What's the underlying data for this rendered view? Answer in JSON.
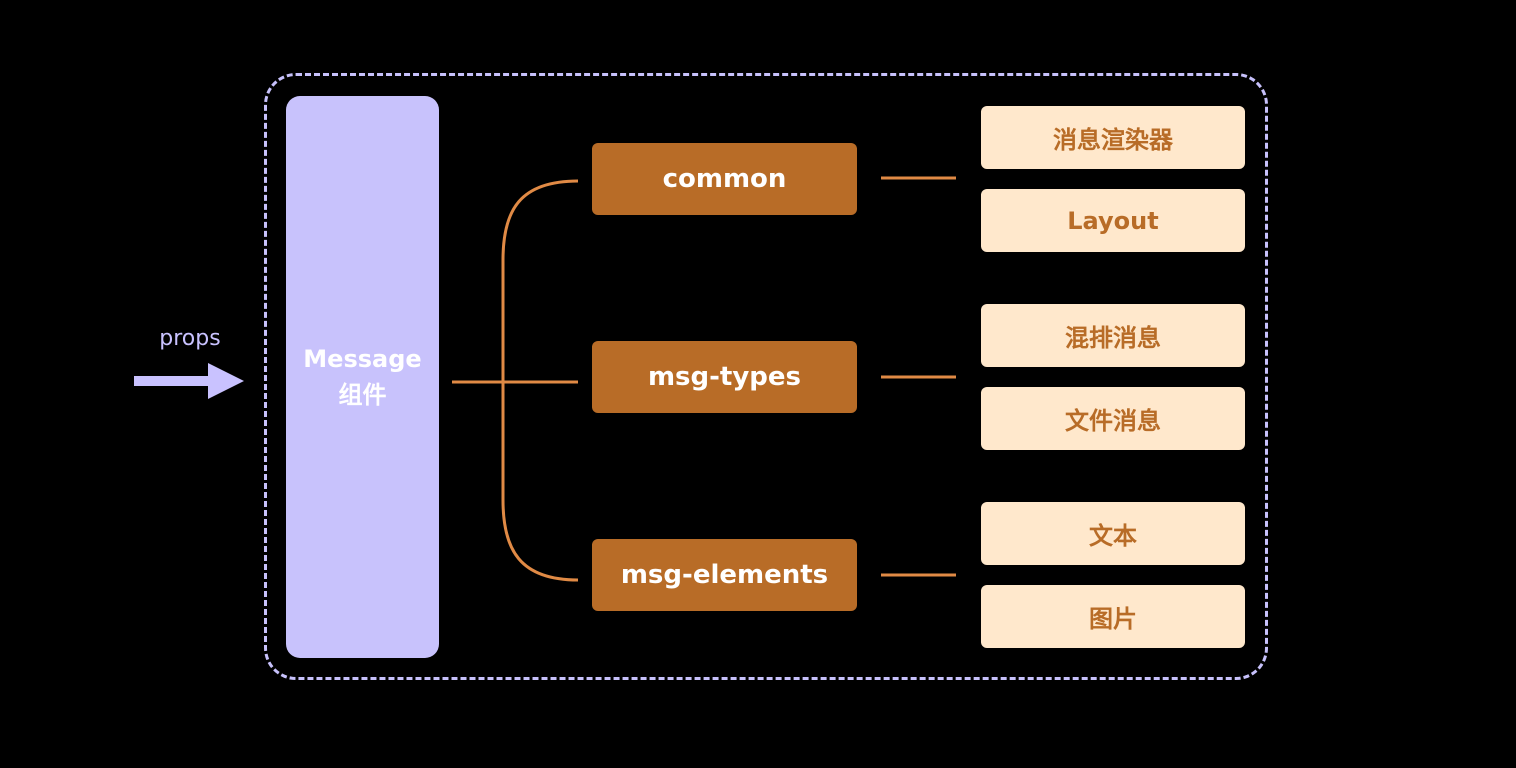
{
  "props": {
    "label": "props"
  },
  "message": {
    "line1": "Message",
    "line2": "组件"
  },
  "groups": [
    {
      "label": "common",
      "items": [
        "消息渲染器",
        "Layout"
      ]
    },
    {
      "label": "msg-types",
      "items": [
        "混排消息",
        "文件消息"
      ]
    },
    {
      "label": "msg-elements",
      "items": [
        "文本",
        "图片"
      ]
    }
  ],
  "colors": {
    "background": "#000000",
    "border_dashed": "#c7c1fb",
    "message_fill": "#c8c2fc",
    "arrow": "#c9c2ff",
    "mid_fill": "#b86c27",
    "connector": "#e08a45",
    "leaf_fill": "#ffe8cc",
    "leaf_text": "#b86c27"
  }
}
